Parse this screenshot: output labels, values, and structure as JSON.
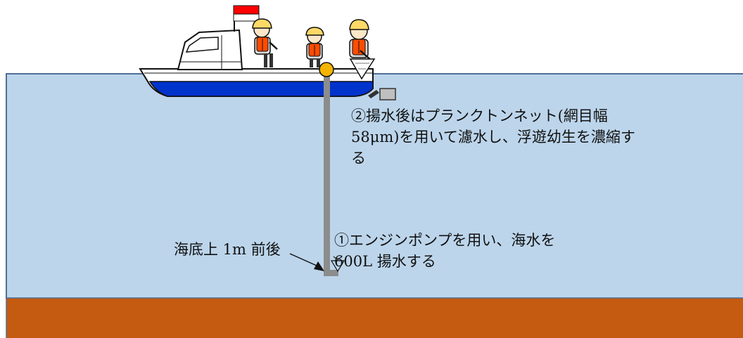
{
  "labels": {
    "step2_lines": [
      "②揚水後はプランクトンネット(網目幅",
      "58μm)を用いて濾水し、浮遊幼生を濃縮す",
      "る"
    ],
    "step1_lines": [
      "①エンジンポンプを用い、海水を",
      "600L 揚水する"
    ],
    "depth": "海底上 1m 前後"
  },
  "colors": {
    "sea": "#bcd5eb",
    "sea_border": "#4f6f96",
    "seabed": "#c55a11",
    "pipe": "#8c8c8c",
    "hull_stripe": "#0033cc",
    "float": "#f5b400",
    "vest": "#ff4c00",
    "helmet": "#ffd966",
    "flag_red": "#ff0000"
  },
  "icons": [
    "boat-icon",
    "worker-icon",
    "pump-float-icon",
    "intake-funnel-icon",
    "plankton-net-icon",
    "flag-icon"
  ]
}
